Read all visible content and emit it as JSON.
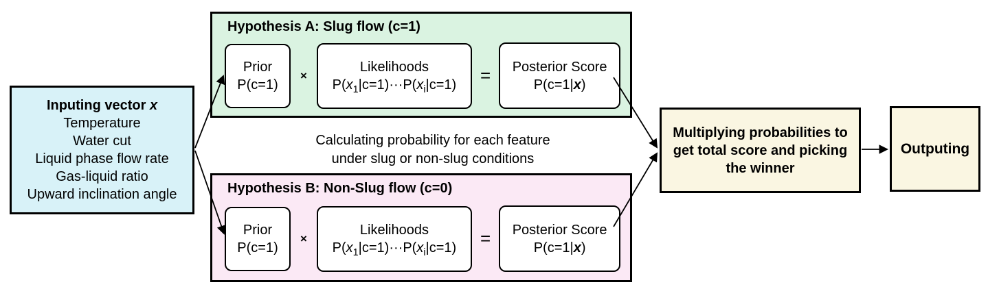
{
  "colors": {
    "input_fill": "#d8f2f8",
    "hyp_a_fill": "#daf3e1",
    "hyp_b_fill": "#fbe9f5",
    "result_fill": "#faf6e2",
    "line_color": "#000000"
  },
  "input_box": {
    "title": "Inputing vector ",
    "title_var": "x",
    "items": [
      "Temperature",
      "Water cut",
      "Liquid phase flow rate",
      "Gas-liquid ratio",
      "Upward inclination angle"
    ]
  },
  "hypothesis_a": {
    "title": "Hypothesis A: Slug flow (c=1)",
    "prior_label": "Prior",
    "prior_formula": "P(c=1)",
    "times": "×",
    "likelihood_label": "Likelihoods",
    "formula": {
      "p1": "P(",
      "x1": "x",
      "s1": "1",
      "m1": "|c=1)",
      "dots": "···",
      "p2": "P(",
      "x2": "x",
      "s2": "i",
      "m2": "|c=1)"
    },
    "equals": "=",
    "posterior_label": "Posterior Score",
    "posterior_formula": {
      "p1": "P(c=1|",
      "x": "x",
      "p2": ")"
    }
  },
  "hypothesis_b": {
    "title": "Hypothesis B: Non-Slug flow (c=0)",
    "prior_label": "Prior",
    "prior_formula": "P(c=1)",
    "times": "×",
    "likelihood_label": "Likelihoods",
    "formula": {
      "p1": "P(",
      "x1": "x",
      "s1": "1",
      "m1": "|c=1)",
      "dots": "···",
      "p2": "P(",
      "x2": "x",
      "s2": "i",
      "m2": "|c=1)"
    },
    "equals": "=",
    "posterior_label": "Posterior Score",
    "posterior_formula": {
      "p1": "P(c=1|",
      "x": "x",
      "p2": ")"
    }
  },
  "middle_note": {
    "line1": "Calculating probability for each feature",
    "line2": "under slug or non-slug conditions"
  },
  "result_box": {
    "label": "Multiplying probabilities to get total score and picking the winner"
  },
  "output_box": {
    "label": "Outputing"
  }
}
